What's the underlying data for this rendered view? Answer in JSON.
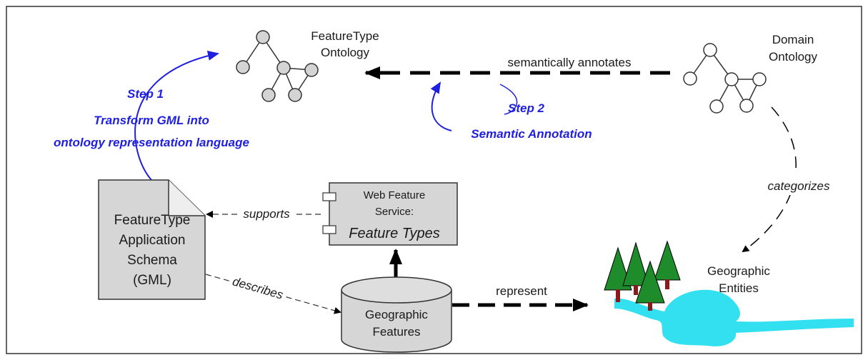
{
  "colors": {
    "annotation_blue": "#1f1fe0",
    "box_fill": "#d6d6d6",
    "water": "#33e0f0",
    "tree": "#1e8c2a",
    "trunk": "#8b1a1a"
  },
  "ontologies": {
    "featuretype": {
      "line1": "FeatureType",
      "line2": "Ontology"
    },
    "domain": {
      "line1": "Domain",
      "line2": "Ontology"
    }
  },
  "steps": {
    "step1": {
      "title": "Step 1",
      "line1": "Transform GML into",
      "line2": "ontology representation language"
    },
    "step2": {
      "title": "Step 2",
      "line1": "Semantic Annotation"
    }
  },
  "relations": {
    "semantically_annotates": "semantically annotates",
    "categorizes": "categorizes",
    "supports": "supports",
    "describes": "describes",
    "represent": "represent"
  },
  "schema_doc": {
    "line1": "FeatureType",
    "line2": "Application",
    "line3": "Schema",
    "line4": "(GML)"
  },
  "wfs": {
    "line1": "Web Feature",
    "line2": "Service:",
    "line3": "Feature Types"
  },
  "database": {
    "line1": "Geographic",
    "line2": "Features"
  },
  "entities": {
    "line1": "Geographic",
    "line2": "Entities"
  }
}
